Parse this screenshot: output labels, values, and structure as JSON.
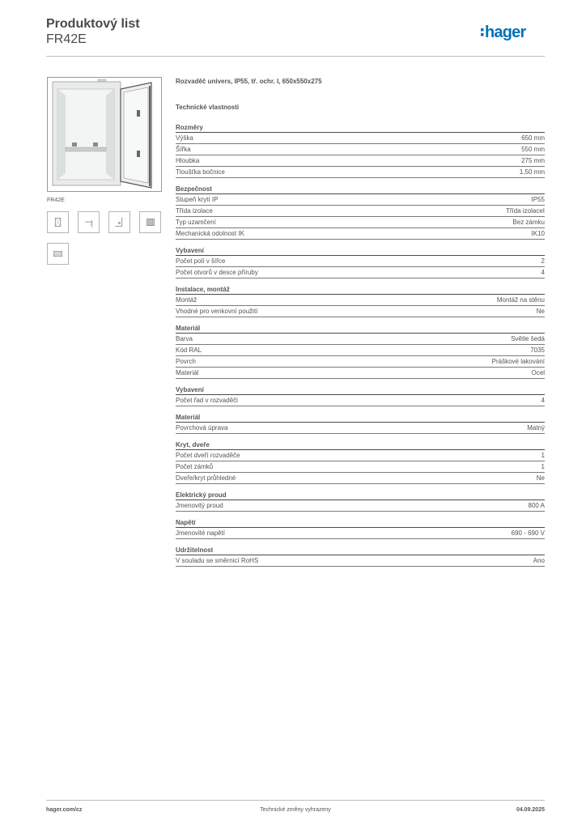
{
  "header": {
    "title": "Produktový list",
    "code": "FR42E",
    "brand": "hager",
    "brand_color": "#0072bc"
  },
  "product": {
    "image_caption": "FR42E",
    "description": "Rozvaděč univers, IP55, tř. ochr. I, 650x550x275",
    "tech_heading": "Technické vlastnosti"
  },
  "sections": [
    {
      "title": "Rozměry",
      "rows": [
        {
          "label": "Výška",
          "value": "650 mm"
        },
        {
          "label": "Šířka",
          "value": "550 mm"
        },
        {
          "label": "Hloubka",
          "value": "275 mm"
        },
        {
          "label": "Tloušťka bočnice",
          "value": "1,50 mm"
        }
      ]
    },
    {
      "title": "Bezpečnost",
      "rows": [
        {
          "label": "Stupeň krytí IP",
          "value": "IP55"
        },
        {
          "label": "Třída izolace",
          "value": "Třída izolaceI"
        },
        {
          "label": "Typ uzamčení",
          "value": "Bez zámku"
        },
        {
          "label": "Mechanická odolnost IK",
          "value": "IK10"
        }
      ]
    },
    {
      "title": "Vybavení",
      "rows": [
        {
          "label": "Počet polí v šířce",
          "value": "2"
        },
        {
          "label": "Počet otvorů v desce příruby",
          "value": "4"
        }
      ]
    },
    {
      "title": "Instalace, montáž",
      "rows": [
        {
          "label": "Montáž",
          "value": "Montáž na stěnu"
        },
        {
          "label": "Vhodné pro venkovní použití",
          "value": "Ne"
        }
      ]
    },
    {
      "title": "Materiál",
      "rows": [
        {
          "label": "Barva",
          "value": "Světle šedá"
        },
        {
          "label": "Kód RAL",
          "value": "7035"
        },
        {
          "label": "Povrch",
          "value": "Práškové lakování"
        },
        {
          "label": "Materiál",
          "value": "Ocel"
        }
      ]
    },
    {
      "title": "Vybavení",
      "rows": [
        {
          "label": "Počet řad v rozvaděči",
          "value": "4"
        }
      ]
    },
    {
      "title": "Materiál",
      "rows": [
        {
          "label": "Povrchová úprava",
          "value": "Matný"
        }
      ]
    },
    {
      "title": "Kryt, dveře",
      "rows": [
        {
          "label": "Počet dveří rozvaděče",
          "value": "1"
        },
        {
          "label": "Počet zámků",
          "value": "1"
        },
        {
          "label": "Dveře/kryt průhledné",
          "value": "Ne"
        }
      ]
    },
    {
      "title": "Elektrický proud",
      "rows": [
        {
          "label": "Jmenovitý proud",
          "value": "800 A"
        }
      ]
    },
    {
      "title": "Napětí",
      "rows": [
        {
          "label": "Jmenovité napětí",
          "value": "690 - 690 V"
        }
      ]
    },
    {
      "title": "Udržitelnost",
      "rows": [
        {
          "label": "V souladu se směrnicí RoHS",
          "value": "Ano"
        }
      ]
    }
  ],
  "thumbnails": [
    "front-view-icon",
    "side-view-icon",
    "mounting-view-icon",
    "rail-view-icon",
    "interior-view-icon"
  ],
  "footer": {
    "website": "hager.com/cz",
    "notice": "Technické změny vyhrazeny",
    "date": "04.09.2025"
  }
}
